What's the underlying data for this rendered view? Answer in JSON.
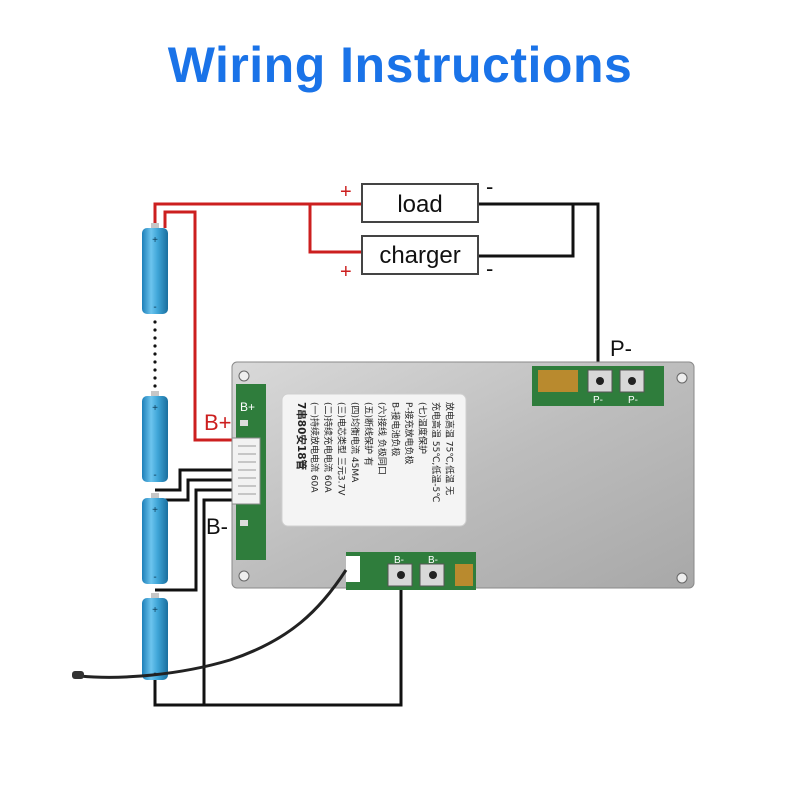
{
  "title": "Wiring Instructions",
  "boxes": {
    "load": "load",
    "charger": "charger"
  },
  "signs": {
    "plus": "+",
    "minus": "-"
  },
  "terminals": {
    "p_minus": "P-",
    "b_plus": "B+",
    "b_minus": "B-"
  },
  "board": {
    "silk_b_plus": "B+",
    "silk_p1": "P-",
    "silk_p2": "P-",
    "silk_b1": "B-",
    "silk_b2": "B-",
    "label_lines": [
      "7串80安18管",
      "(一)持续放电电流 60A",
      "(二)持续充电电流 60A",
      "(三)电芯类型 三元3.7V",
      "(四)均衡电流 45MA",
      "(五)断线保护 有",
      "(六)接线 负极同口",
      "B-接电池负极",
      "P-接充放电负极",
      "(七)温度保护",
      "充电高温 55℃,低温-5℃",
      "放电高温 75℃,低温 无"
    ]
  },
  "colors": {
    "title": "#1a73e8",
    "positive_wire": "#cc1f1f",
    "negative_wire": "#111111",
    "cell": "#3fa6d8"
  }
}
